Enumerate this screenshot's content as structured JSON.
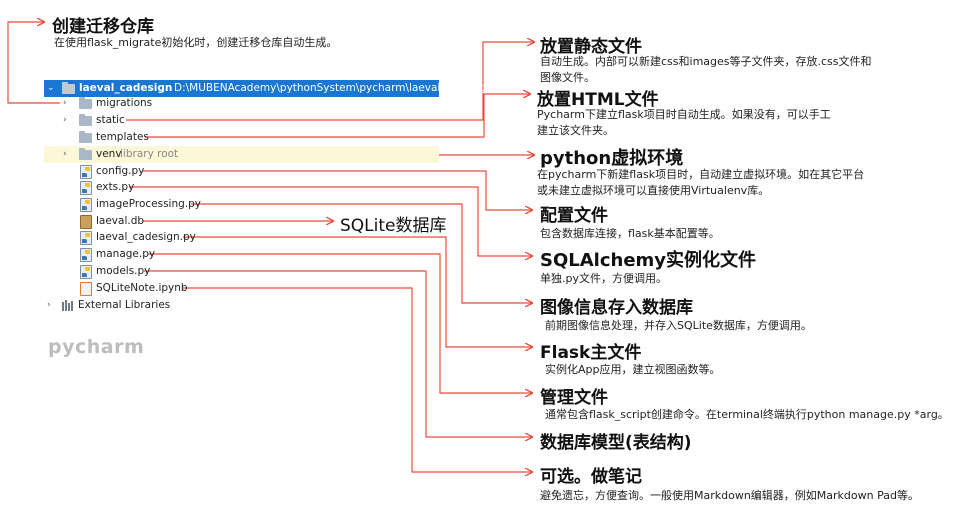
{
  "colors": {
    "line": "#e84c3d",
    "tree_selected": "#1976d2",
    "venv_highlight": "#fbf8d8",
    "ide_watermark": "#bdbdbd"
  },
  "top": {
    "title": "创建迁移仓库",
    "desc": "在使用flask_migrate初始化时，创建迁移仓库自动生成。"
  },
  "tree": {
    "root_name": "laeval_cadesign",
    "root_path": "D:\\MUBENAcademy\\pythonSystem\\pycharm\\laeval_cadesign",
    "items": [
      {
        "label": "migrations",
        "icon": "folder-icon"
      },
      {
        "label": "static",
        "icon": "folder-icon"
      },
      {
        "label": "templates",
        "icon": "folder-icon"
      },
      {
        "label": "venv",
        "extra": "library root",
        "icon": "folder-icon"
      },
      {
        "label": "config.py",
        "icon": "python-file-icon"
      },
      {
        "label": "exts.py",
        "icon": "python-file-icon"
      },
      {
        "label": "imageProcessing.py",
        "icon": "python-file-icon"
      },
      {
        "label": "laeval.db",
        "icon": "database-file-icon"
      },
      {
        "label": "laeval_cadesign.py",
        "icon": "python-file-icon"
      },
      {
        "label": "manage.py",
        "icon": "python-file-icon"
      },
      {
        "label": "models.py",
        "icon": "python-file-icon"
      },
      {
        "label": "SQLiteNote.ipynb",
        "icon": "notebook-file-icon"
      }
    ],
    "external": "External Libraries"
  },
  "ide_name": "pycharm",
  "sqlite_label": "SQLite数据库",
  "annotations": [
    {
      "title": "放置静态文件",
      "desc": [
        "自动生成。内部可以新建css和images等子文件夹，存放.css文件和",
        "图像文件。"
      ]
    },
    {
      "title": "放置HTML文件",
      "desc": [
        "Pycharm下建立flask项目时自动生成。如果没有，可以手工",
        "建立该文件夹。"
      ]
    },
    {
      "title": "python虚拟环境",
      "desc": [
        "在pycharm下新建flask项目时，自动建立虚拟环境。如在其它平台",
        "或未建立虚拟环境可以直接使用Virtualenv库。"
      ]
    },
    {
      "title": "配置文件",
      "desc": [
        "包含数据库连接，flask基本配置等。"
      ]
    },
    {
      "title": "SQLAlchemy实例化文件",
      "desc": [
        "单独.py文件，方便调用。"
      ]
    },
    {
      "title": "图像信息存入数据库",
      "desc": [
        "前期图像信息处理，并存入SQLite数据库，方便调用。"
      ]
    },
    {
      "title": "Flask主文件",
      "desc": [
        "实例化App应用，建立视图函数等。"
      ]
    },
    {
      "title": "管理文件",
      "desc": [
        "通常包含flask_script创建命令。在terminal终端执行python manage.py *arg。"
      ]
    },
    {
      "title": "数据库模型(表结构)",
      "desc": []
    },
    {
      "title": "可选。做笔记",
      "desc": [
        "避免遗忘，方便查询。一般使用Markdown编辑器，例如Markdown Pad等。"
      ]
    }
  ]
}
